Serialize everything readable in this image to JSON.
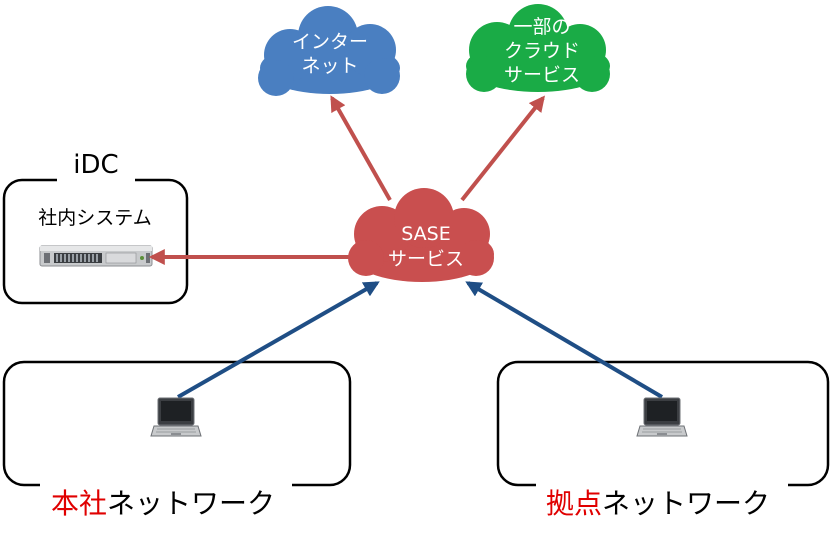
{
  "clouds": {
    "internet": {
      "lines": [
        "インター",
        "ネット"
      ],
      "color": "#4a7fc1"
    },
    "cloud_services": {
      "lines": [
        "一部の",
        "クラウド",
        "サービス"
      ],
      "color": "#1aab46"
    },
    "sase": {
      "lines": [
        "SASE",
        "サービス"
      ],
      "color": "#c94f4f"
    }
  },
  "idc": {
    "title": "iDC",
    "system_label": "社内システム"
  },
  "networks": {
    "hq": {
      "highlight": "本社",
      "rest": "ネットワーク"
    },
    "branch": {
      "highlight": "拠点",
      "rest": "ネットワーク"
    }
  },
  "colors": {
    "red_arrow": "#c0504d",
    "blue_arrow": "#1f4e85",
    "highlight_text": "#e00000"
  },
  "icons": [
    "server-icon",
    "laptop-icon"
  ]
}
